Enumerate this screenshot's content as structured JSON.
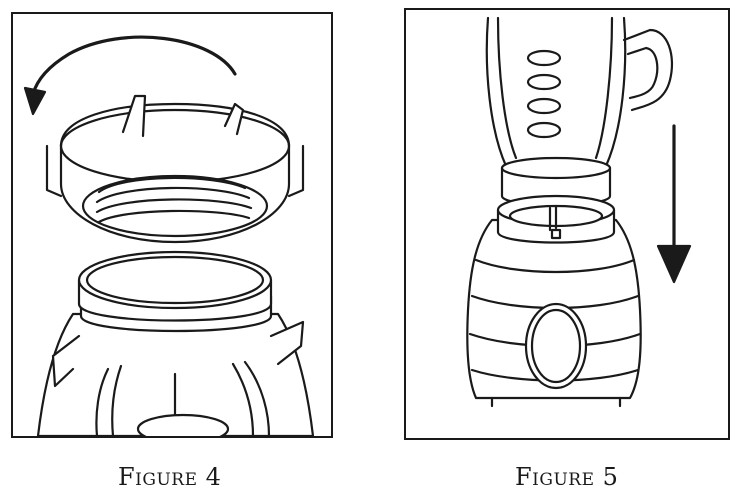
{
  "figures": [
    {
      "id": "figure-4",
      "caption": "Figure 4",
      "illustration": "unscrew-collar-from-jar",
      "arrow": "counterclockwise"
    },
    {
      "id": "figure-5",
      "caption": "Figure 5",
      "illustration": "place-jar-on-base",
      "arrow": "down"
    }
  ],
  "colors": {
    "line": "#1a1a1a",
    "background": "#ffffff"
  }
}
